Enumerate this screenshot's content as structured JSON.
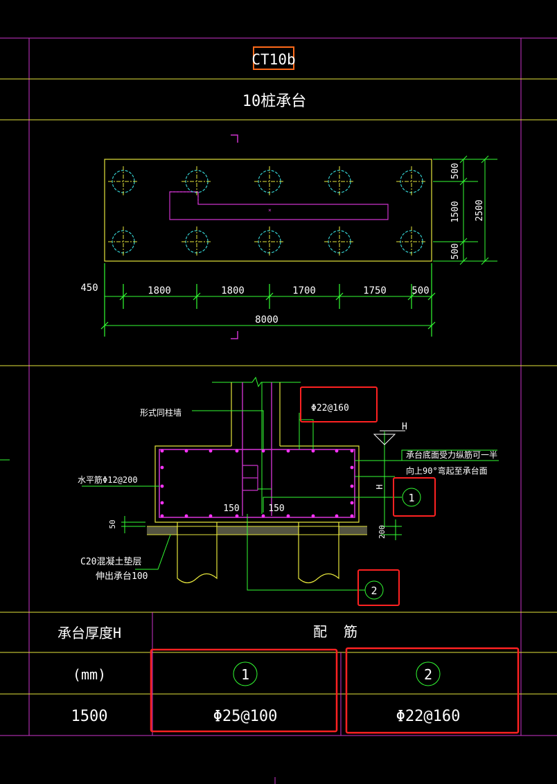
{
  "drawing_code": "CT10b",
  "drawing_title": "10桩承台",
  "plan": {
    "dims_x": [
      "1800",
      "1800",
      "1700",
      "1750",
      "500"
    ],
    "dim_total": "8000",
    "dim_left": "450",
    "dims_y": [
      "500",
      "1500",
      "500"
    ],
    "dim_height": "2500"
  },
  "section": {
    "label_column": "形式同柱墙",
    "label_top_bar": "Φ22@160",
    "label_horizontal_bar": "水平筋Φ12@200",
    "label_bottom_note_line1": "承台底面受力纵筋可一半",
    "label_bottom_note_line2": "向上90°弯起至承台面",
    "label_top_marker": "H",
    "label_side_marker": "H",
    "dim_150_left": "150",
    "dim_150_right": "150",
    "dim_50": "50",
    "dim_200": "200",
    "label_cushion_line1": "C20混凝土垫层",
    "label_cushion_line2": "伸出承台100",
    "bubble_1": "1",
    "bubble_2": "2"
  },
  "table": {
    "header_thickness_line1": "承台厚度H",
    "header_thickness_line2": "(mm)",
    "header_rebar": "配  筋",
    "col1_bubble": "1",
    "col2_bubble": "2",
    "row_thickness": "1500",
    "row_col1": "Φ25@100",
    "row_col2": "Φ22@160"
  },
  "colors": {
    "background": "#000000",
    "frame": "#cc33cc",
    "outline": "#e6e63c",
    "dimension": "#33ff33",
    "text": "#ffffff",
    "pile": "#33cccc",
    "highlight": "#ff2222",
    "code_box": "#ff6a1a"
  }
}
